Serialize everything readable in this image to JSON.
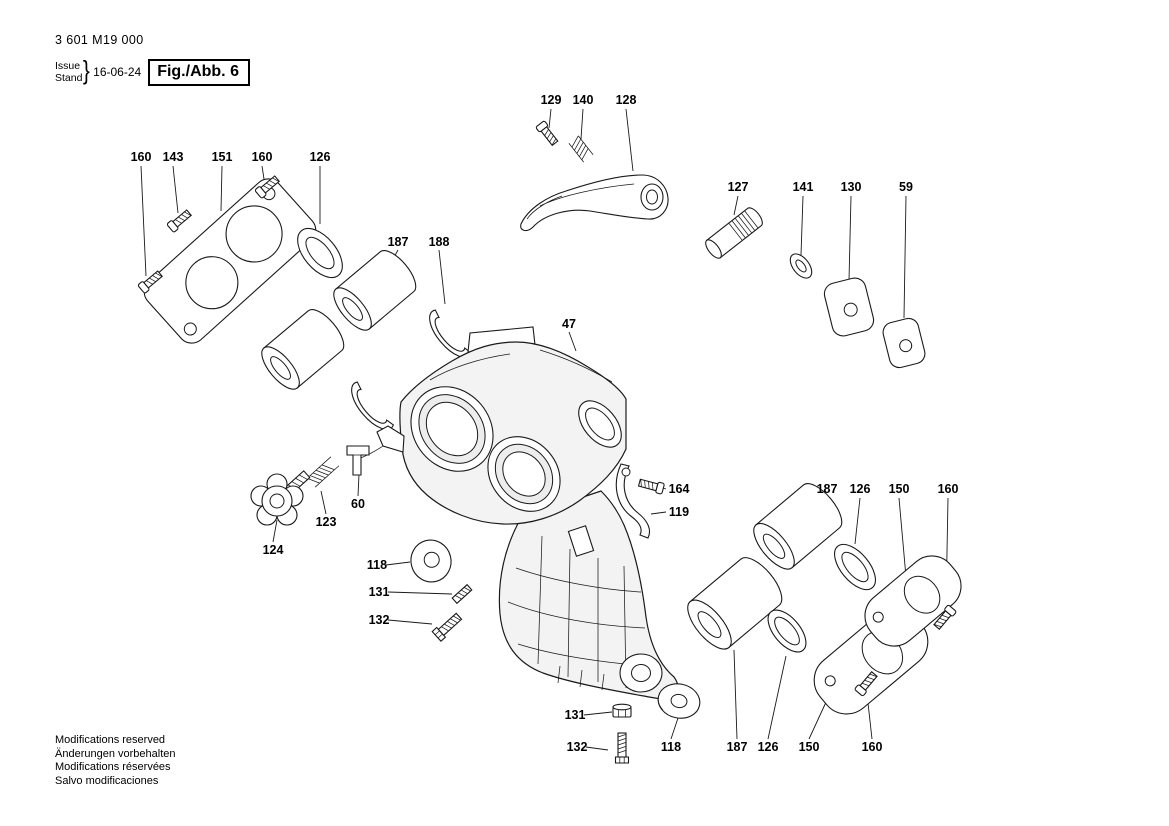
{
  "header": {
    "part_number": "3 601 M19 000",
    "issue_label": "Issue",
    "stand_label": "Stand",
    "brace": "}",
    "issue_date": "16-06-24",
    "figure_label": "Fig./Abb. 6"
  },
  "footer": {
    "lines": [
      "Modifications reserved",
      "Änderungen vorbehalten",
      "Modifications réservées",
      "Salvo modificaciones"
    ]
  },
  "part_labels": [
    "160",
    "143",
    "151",
    "160",
    "126",
    "187",
    "188",
    "129",
    "140",
    "128",
    "127",
    "141",
    "130",
    "59",
    "47",
    "164",
    "119",
    "187",
    "126",
    "150",
    "160",
    "60",
    "123",
    "124",
    "118",
    "131",
    "132",
    "131",
    "132",
    "118",
    "187",
    "126",
    "150",
    "160"
  ],
  "colors": {
    "ink": "#1a1a1a",
    "paper": "#ffffff"
  }
}
